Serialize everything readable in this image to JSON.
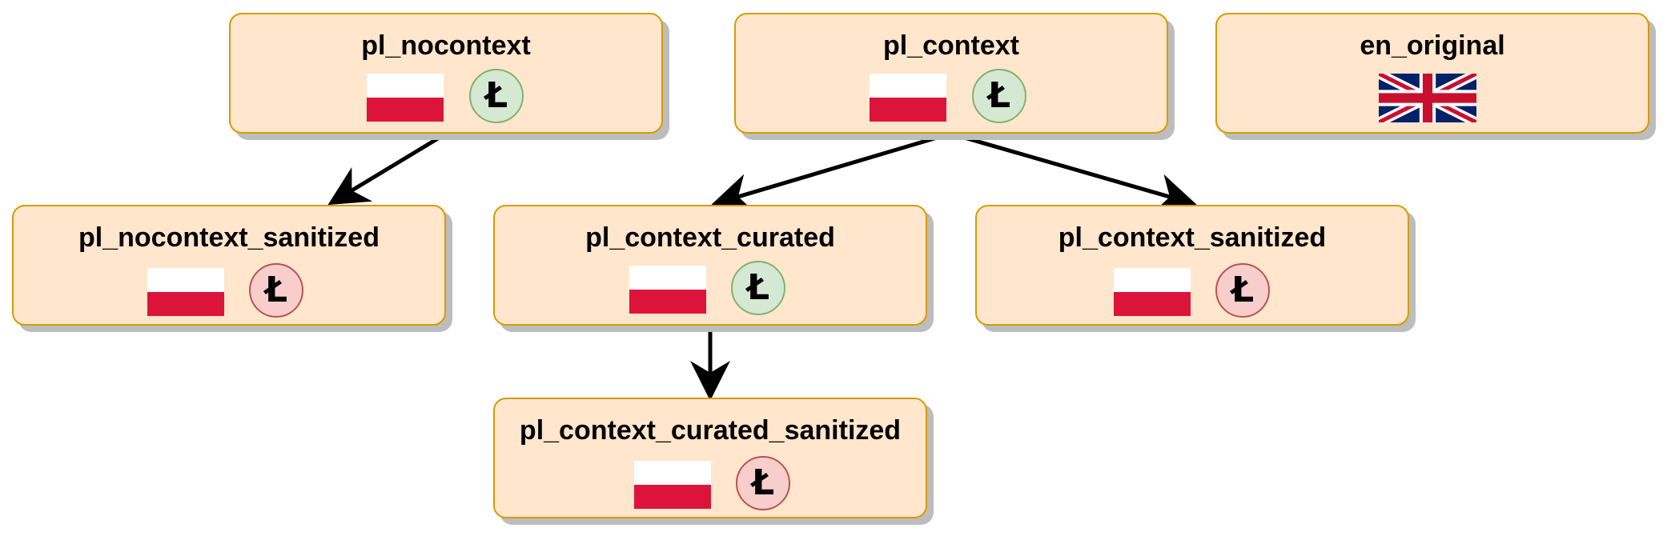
{
  "nodes": {
    "pl_nocontext": {
      "title": "pl_nocontext",
      "flag": "poland-flag",
      "coin_icon": "ł-coin-icon",
      "coin_glyph": "Ł",
      "coin_status": "green"
    },
    "pl_context": {
      "title": "pl_context",
      "flag": "poland-flag",
      "coin_icon": "ł-coin-icon",
      "coin_glyph": "Ł",
      "coin_status": "green"
    },
    "en_original": {
      "title": "en_original",
      "flag": "uk-flag"
    },
    "pl_nocontext_sanitized": {
      "title": "pl_nocontext_sanitized",
      "flag": "poland-flag",
      "coin_icon": "ł-coin-icon",
      "coin_glyph": "Ł",
      "coin_status": "red"
    },
    "pl_context_curated": {
      "title": "pl_context_curated",
      "flag": "poland-flag",
      "coin_icon": "ł-coin-icon",
      "coin_glyph": "Ł",
      "coin_status": "green"
    },
    "pl_context_sanitized": {
      "title": "pl_context_sanitized",
      "flag": "poland-flag",
      "coin_icon": "ł-coin-icon",
      "coin_glyph": "Ł",
      "coin_status": "red"
    },
    "pl_context_curated_sanitized": {
      "title": "pl_context_curated_sanitized",
      "flag": "poland-flag",
      "coin_icon": "ł-coin-icon",
      "coin_glyph": "Ł",
      "coin_status": "red"
    }
  },
  "edges": [
    {
      "from": "pl_nocontext",
      "to": "pl_nocontext_sanitized"
    },
    {
      "from": "pl_context",
      "to": "pl_context_curated"
    },
    {
      "from": "pl_context",
      "to": "pl_context_sanitized"
    },
    {
      "from": "pl_context_curated",
      "to": "pl_context_curated_sanitized"
    }
  ],
  "colors": {
    "node_fill": "#ffe6cc",
    "node_border": "#d79b00",
    "coin_green_fill": "#d5e8d4",
    "coin_green_border": "#82b366",
    "coin_red_fill": "#f8cecc",
    "coin_red_border": "#b85450",
    "flag_red": "#dc143c",
    "uk_blue": "#012169",
    "uk_red": "#c8102e"
  }
}
